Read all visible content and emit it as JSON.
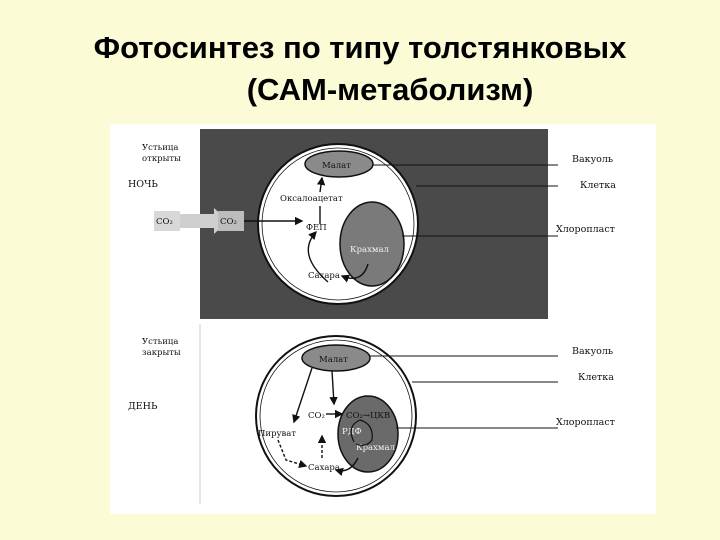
{
  "slide": {
    "title_line1": "Фотосинтез по типу толстянковых",
    "title_line2": "(САМ-метаболизм)"
  },
  "night": {
    "stomata": [
      "Устьица",
      "открыты"
    ],
    "period": "НОЧЬ",
    "co2_out": "CO₂",
    "co2_in": "CO₂",
    "malate": "Малат",
    "oxaloacetate": "Оксалоацетат",
    "fep": "ФЕП",
    "starch": "Крахмал",
    "sugars": "Сахара",
    "vacuole": "Вакуоль",
    "cell": "Клетка",
    "chloroplast": "Хлоропласт"
  },
  "day": {
    "stomata": [
      "Устьица",
      "закрыты"
    ],
    "period": "ДЕНЬ",
    "malate": "Малат",
    "co2": "CO₂",
    "co2_chloro": "CO₂→ЦКВ",
    "pyruvate": "Пируват",
    "rdf": "РДФ",
    "starch": "Крахмал",
    "sugars": "Сахара",
    "vacuole": "Вакуоль",
    "cell": "Клетка",
    "chloroplast": "Хлоропласт"
  },
  "colors": {
    "background": "#fbfbd6",
    "night_panel": "#4a4a4a",
    "vacuole": "#8a8a8a",
    "chloroplast_night": "#7a7a7a",
    "chloroplast_day": "#6a6a6a"
  }
}
